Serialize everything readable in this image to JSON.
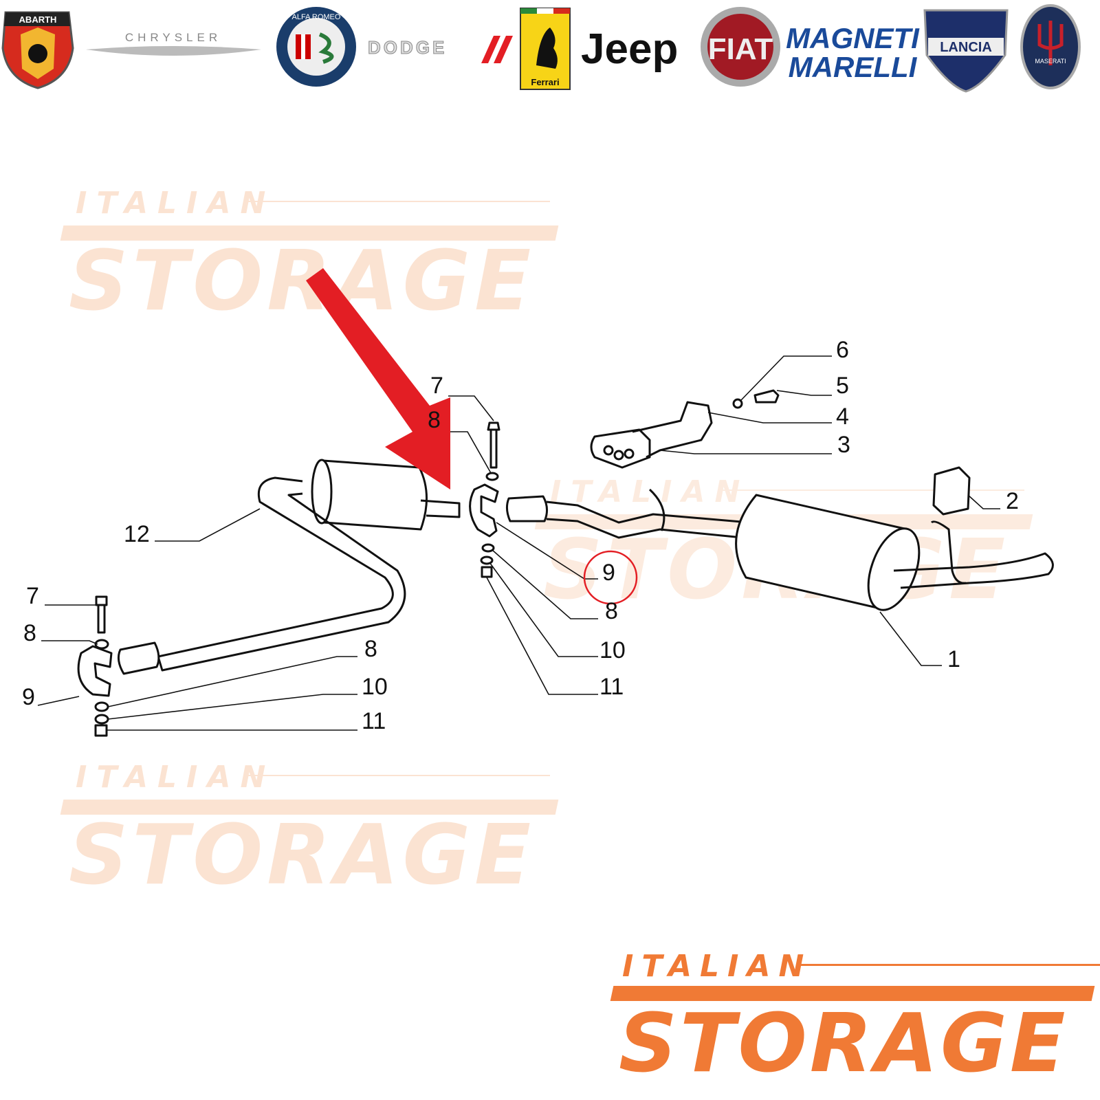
{
  "brands": [
    {
      "name": "ABARTH"
    },
    {
      "name": "CHRYSLER"
    },
    {
      "name": "ALFA ROMEO"
    },
    {
      "name": "DODGE"
    },
    {
      "name": "Ferrari"
    },
    {
      "name": "Jeep"
    },
    {
      "name": "FIAT"
    },
    {
      "name": "MAGNETI MARELLI",
      "line1": "MAGNETI",
      "line2": "MARELLI"
    },
    {
      "name": "LANCIA"
    },
    {
      "name": "MASERATI"
    }
  ],
  "watermark": {
    "top": "ITALIAN",
    "bottom": "STORAGE"
  },
  "logo": {
    "top": "ITALIAN",
    "bottom": "STORAGE",
    "color": "#f07a35"
  },
  "diagram": {
    "highlight_color": "#e31e24",
    "highlighted_part": "9",
    "labels": {
      "r6": "6",
      "r5": "5",
      "r4": "4",
      "r3": "3",
      "r2": "2",
      "r1": "1",
      "c9": "9",
      "c8": "8",
      "c10": "10",
      "c11": "11",
      "c7": "7",
      "c8top": "8",
      "l12": "12",
      "l7": "7",
      "l8": "8",
      "l9": "9",
      "l8b": "8",
      "l10": "10",
      "l11": "11"
    }
  }
}
